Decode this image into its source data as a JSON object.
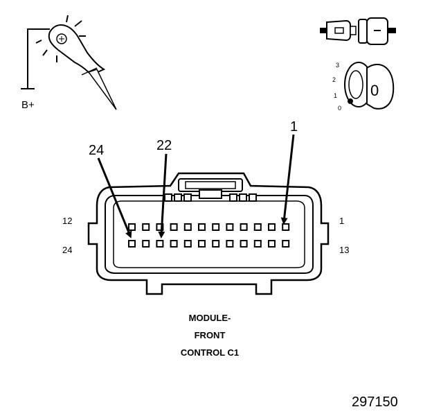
{
  "test_light": {
    "supply_label": "B+"
  },
  "ignition": {
    "positions": [
      "3",
      "2",
      "1",
      "0"
    ],
    "key_label": "0"
  },
  "callouts": {
    "pin_24": "24",
    "pin_22": "22",
    "pin_1": "1"
  },
  "connector": {
    "row_labels": {
      "top_left": "12",
      "top_right": "1",
      "bottom_left": "24",
      "bottom_right": "13"
    },
    "caption": [
      "MODULE-",
      "FRONT",
      "CONTROL C1"
    ]
  },
  "figure_number": "297150"
}
